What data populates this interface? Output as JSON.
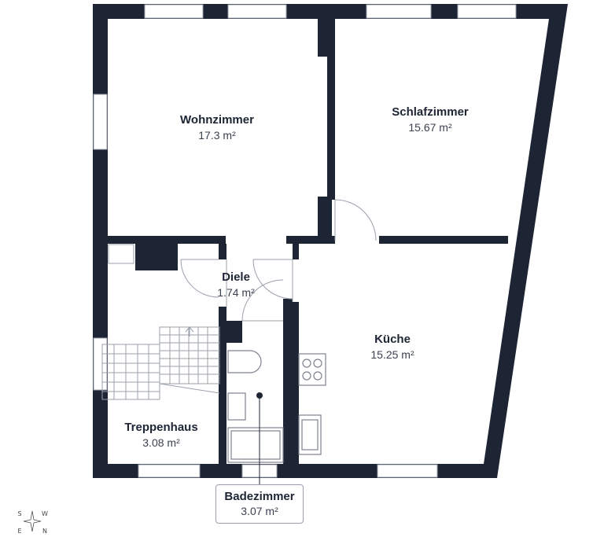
{
  "rooms": {
    "wohnzimmer": {
      "name": "Wohnzimmer",
      "area": "17.3 m²"
    },
    "schlafzimmer": {
      "name": "Schlafzimmer",
      "area": "15.67 m²"
    },
    "diele": {
      "name": "Diele",
      "area": "1.74 m²"
    },
    "kueche": {
      "name": "Küche",
      "area": "15.25 m²"
    },
    "treppenhaus": {
      "name": "Treppenhaus",
      "area": "3.08 m²"
    },
    "badezimmer": {
      "name": "Badezimmer",
      "area": "3.07 m²"
    }
  },
  "compass": {
    "s": "S",
    "w": "W",
    "e": "E",
    "n": "N"
  },
  "colors": {
    "wall": "#1d2434",
    "line": "#9aa0ab"
  }
}
